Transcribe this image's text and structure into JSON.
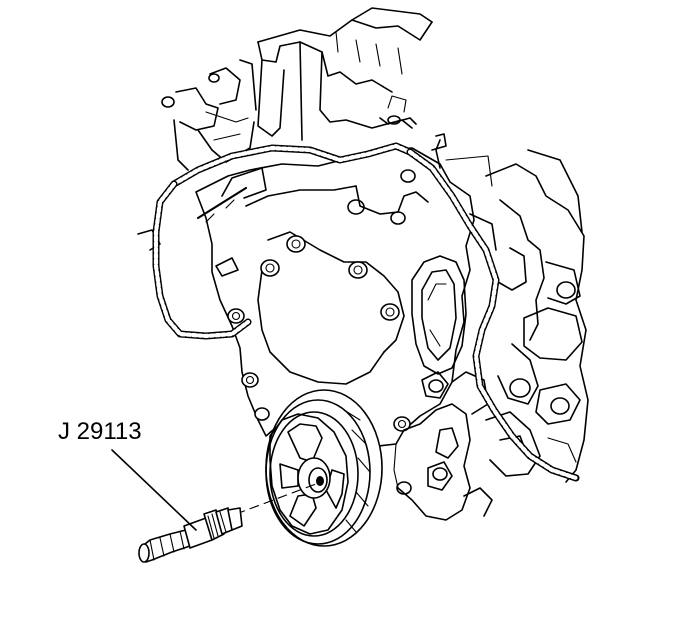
{
  "diagram": {
    "tool_label": "J 29113",
    "icons": {
      "engine_front": "engine-front-cover-illustration",
      "crankshaft_balancer": "crankshaft-balancer-pulley",
      "tool": "balancer-installer-tool"
    }
  }
}
